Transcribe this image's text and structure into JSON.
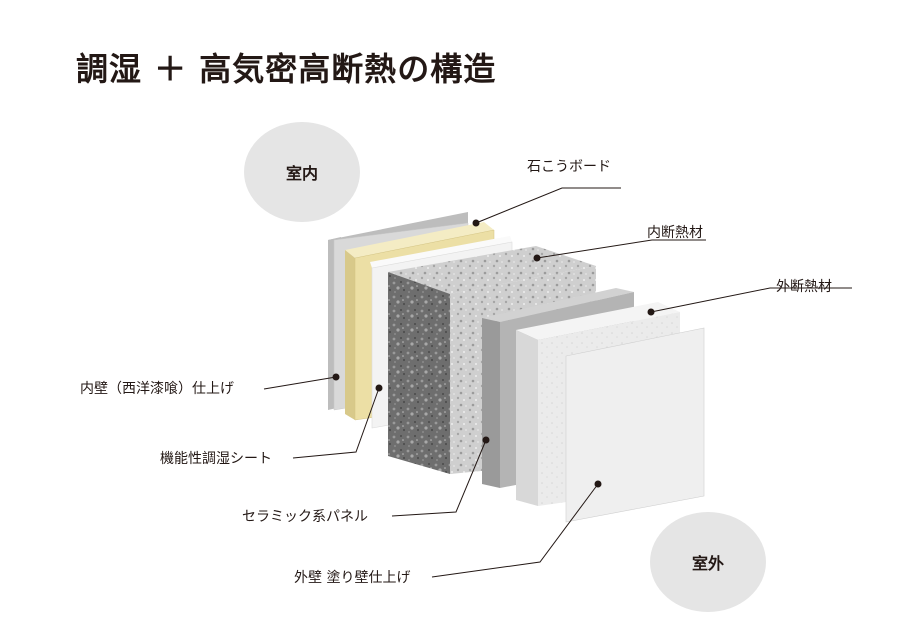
{
  "title": "調湿 ＋ 高気密高断熱の構造",
  "indoor_label": "室内",
  "outdoor_label": "室外",
  "labels": {
    "gypsum_board": "石こうボード",
    "inner_insulation": "内断熱材",
    "outer_insulation": "外断熱材",
    "inner_wall_finish": "内壁（西洋漆喰）仕上げ",
    "humidity_sheet": "機能性調湿シート",
    "ceramic_panel": "セラミック系パネル",
    "outer_wall_finish": "外壁 塗り壁仕上げ"
  },
  "colors": {
    "text": "#231815",
    "circle": "#e5e5e5",
    "plaster_front": "#d9d9d9",
    "gypsum_front": "#ecdfa5",
    "sheet_front": "#f3f3f3",
    "insulation_front": "#6e6e6e",
    "insulation_top": "#cfcfcf",
    "ceramic_front": "#b4b4b4",
    "outer_insulation_front": "#ebebeb",
    "outer_finish_front": "#efefef"
  }
}
